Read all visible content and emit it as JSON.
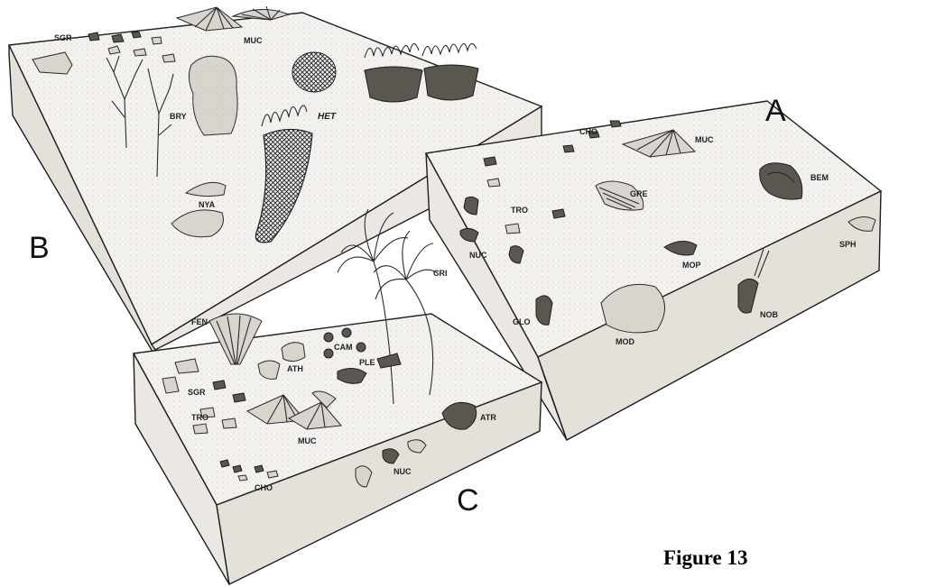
{
  "blocks": {
    "A": {
      "letter": "A",
      "taxa": [
        "CHO",
        "MUC",
        "BEM",
        "GRE",
        "TRO",
        "NUC",
        "SPH",
        "MOP",
        "GLO",
        "MOD",
        "NOB"
      ]
    },
    "B": {
      "letter": "B",
      "taxa": [
        "SGR",
        "MUC",
        "BRY",
        "HET",
        "NYA"
      ]
    },
    "C": {
      "letter": "C",
      "taxa": [
        "CRI",
        "FEN",
        "CAM",
        "ATH",
        "PLE",
        "SGR",
        "TRO",
        "MUC",
        "ATR",
        "NUC",
        "CHO"
      ]
    }
  },
  "caption": "Figure 13"
}
